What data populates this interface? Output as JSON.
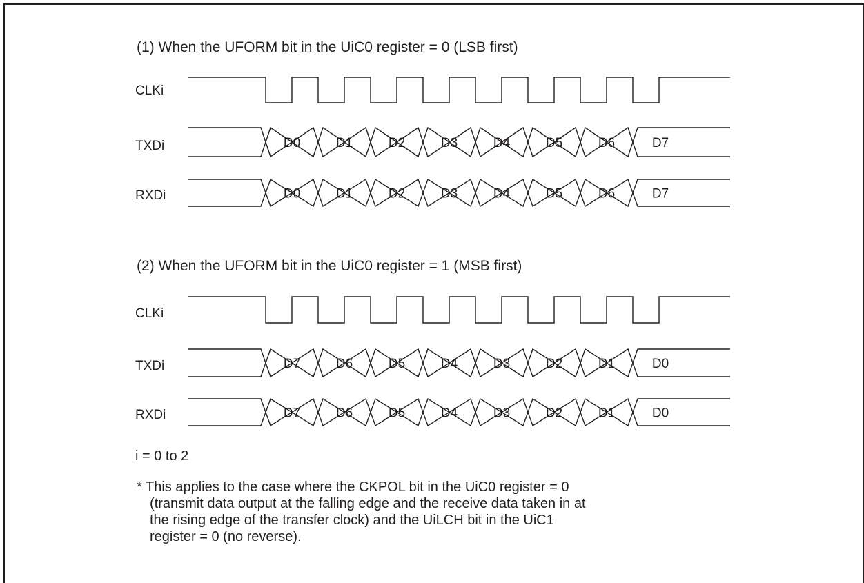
{
  "sections": [
    {
      "heading": "(1) When the UFORM bit in the UiC0 register = 0 (LSB first)",
      "clock_label": "CLKi",
      "tx_label": "TXDi",
      "rx_label": "RXDi",
      "tx_bits": [
        "D0",
        "D1",
        "D2",
        "D3",
        "D4",
        "D5",
        "D6",
        "D7"
      ],
      "rx_bits": [
        "D0",
        "D1",
        "D2",
        "D3",
        "D4",
        "D5",
        "D6",
        "D7"
      ]
    },
    {
      "heading": "(2) When the UFORM bit in the UiC0 register = 1 (MSB first)",
      "clock_label": "CLKi",
      "tx_label": "TXDi",
      "rx_label": "RXDi",
      "tx_bits": [
        "D7",
        "D6",
        "D5",
        "D4",
        "D3",
        "D2",
        "D1",
        "D0"
      ],
      "rx_bits": [
        "D7",
        "D6",
        "D5",
        "D4",
        "D3",
        "D2",
        "D1",
        "D0"
      ]
    }
  ],
  "notes": {
    "range": "i = 0 to 2",
    "footnote_lines": [
      "* This applies to the case where the CKPOL bit in the UiC0 register = 0",
      "(transmit data output at the falling edge and the receive data taken in at",
      "the rising edge of the transfer clock) and the UiLCH bit in the UiC1",
      "register = 0 (no reverse)."
    ]
  }
}
